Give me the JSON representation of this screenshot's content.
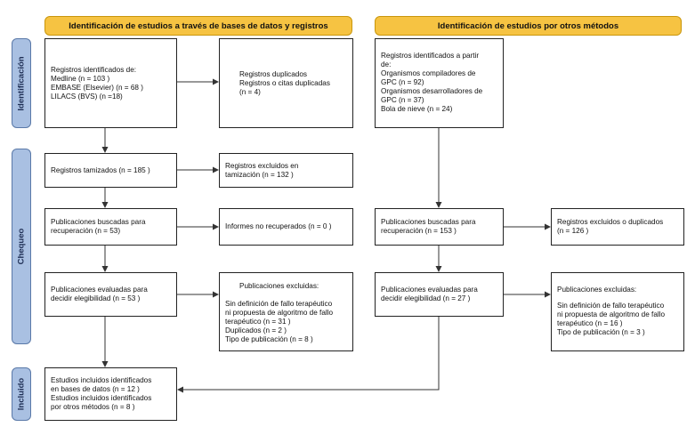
{
  "headers": {
    "left": "Identificación de estudios a través de bases de datos y registros",
    "right": "Identificación de estudios por otros métodos"
  },
  "phases": {
    "identification": "Identificación",
    "screening": "Chequeo",
    "included": "Incluido"
  },
  "boxes": {
    "db_records": [
      "Registros identificados de:",
      "Medline (n = 103 )",
      "EMBASE (Elsevier) (n = 68 )",
      "LILACS (BVS) (n =18)"
    ],
    "duplicates": [
      "Registros duplicados",
      "Registros o citas duplicadas",
      "(n = 4)"
    ],
    "other_records": [
      "Registros identificados a partir",
      "de:",
      "Organismos compiladores de",
      "GPC (n = 92)",
      "Organismos desarrolladores de",
      "GPC (n = 37)",
      "Bola de nieve (n = 24)"
    ],
    "screened": [
      "Registros tamizados (n = 185 )"
    ],
    "screened_excluded": [
      "Registros excluidos en",
      "tamización  (n = 132 )"
    ],
    "sought_db": [
      "Publicaciones buscadas para",
      "recuperación  (n = 53)"
    ],
    "not_retrieved": [
      "Informes no recuperados (n = 0 )"
    ],
    "sought_other": [
      "Publicaciones buscadas para",
      "recuperación  (n = 153 )"
    ],
    "excluded_dup_other": [
      "Registros excluidos o duplicados",
      "(n = 126 )"
    ],
    "eligible_db": [
      "Publicaciones evaluadas para",
      "decidir elegibilidad (n = 53 )"
    ],
    "excluded_db_title": "Publicaciones excluidas:",
    "excluded_db": [
      "Sin definición de fallo terapéutico",
      "ni propuesta de algoritmo de fallo",
      "terapéutico  (n = 31 )",
      "Duplicados (n = 2 )",
      "Tipo de publicación  (n = 8 )"
    ],
    "eligible_other": [
      "Publicaciones evaluadas para",
      "decidir elegibilidad  (n = 27 )"
    ],
    "excluded_other_title": "Publicaciones excluidas:",
    "excluded_other": [
      "Sin definición de fallo terapéutico",
      "ni propuesta de algoritmo de fallo",
      "terapéutico  (n = 16 )",
      "Tipo de publicación  (n = 3 )"
    ],
    "included": [
      "Estudios incluidos identificados",
      "en bases de datos  (n = 12 )",
      "Estudios incluidos identificados",
      "por otros métodos  (n = 8 )"
    ]
  },
  "colors": {
    "header_fill": "#f6c342",
    "phase_fill": "#a9c0e2",
    "arrow": "#333333"
  }
}
